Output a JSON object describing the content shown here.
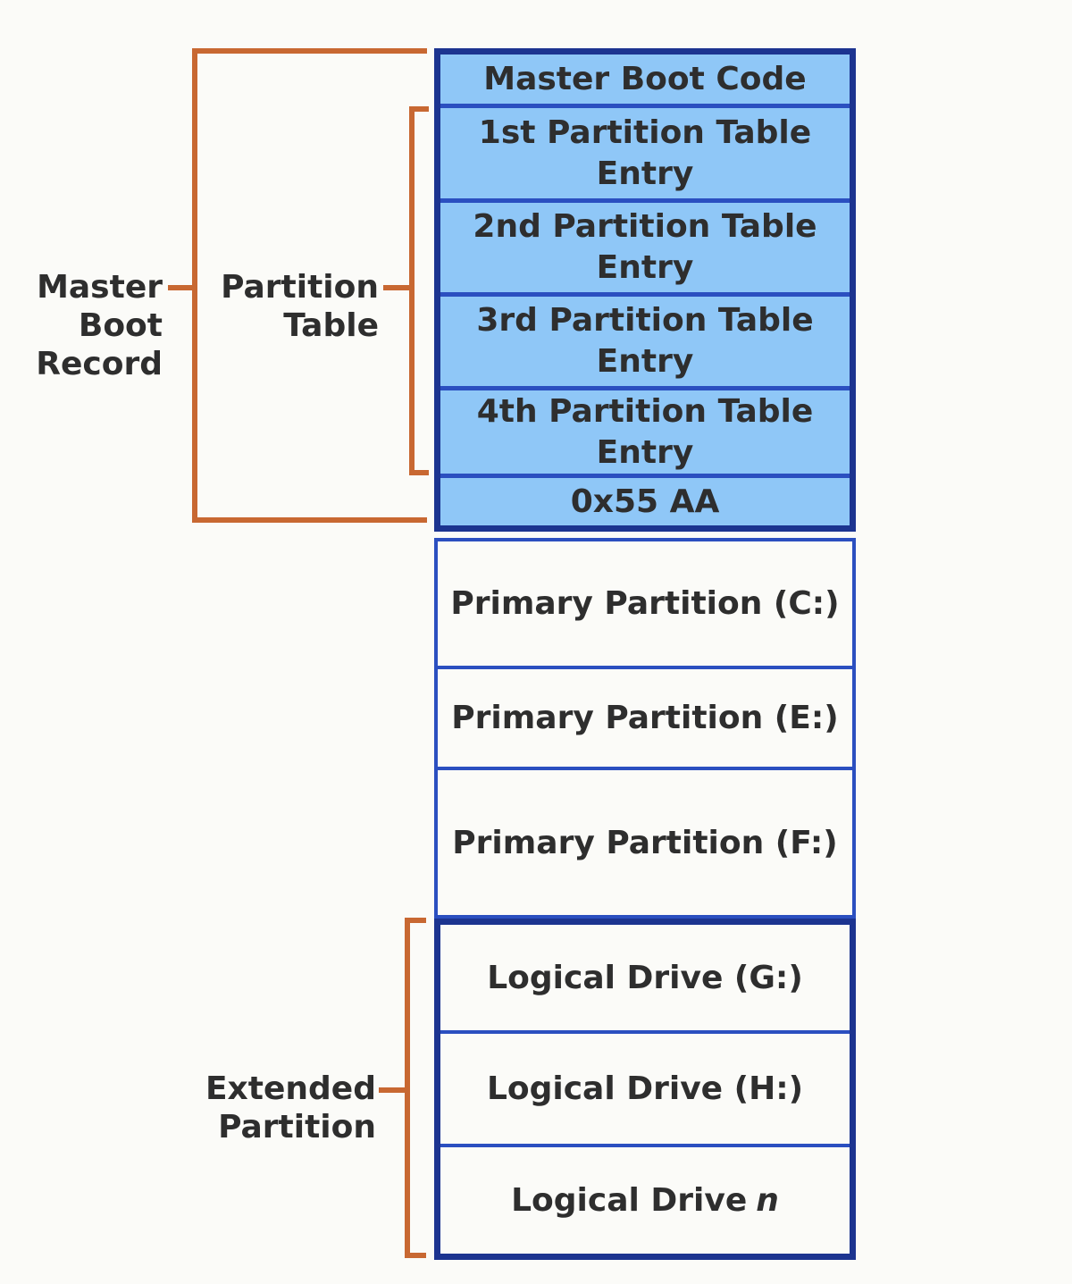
{
  "colors": {
    "page_bg": "#fbfbf8",
    "box_fill_blue": "#8fc7f7",
    "border_navy": "#1c3490",
    "border_blue": "#2b4fc0",
    "bracket_orange": "#c86832",
    "text": "#2e2e2e"
  },
  "labels": {
    "master_boot_record": [
      "Master",
      "Boot",
      "Record"
    ],
    "partition_table": [
      "Partition",
      "Table"
    ],
    "extended_partition": [
      "Extended",
      "Partition"
    ]
  },
  "mbr": {
    "rows": [
      {
        "lines": [
          "Master Boot Code",
          ""
        ]
      },
      {
        "lines": [
          "1st Partition Table",
          "Entry"
        ]
      },
      {
        "lines": [
          "2nd Partition Table",
          "Entry"
        ]
      },
      {
        "lines": [
          "3rd Partition Table",
          "Entry"
        ]
      },
      {
        "lines": [
          "4th Partition Table",
          "Entry"
        ]
      },
      {
        "lines": [
          "0x55 AA",
          ""
        ]
      }
    ]
  },
  "primary_partitions": [
    "Primary Partition (C:)",
    "Primary Partition (E:)",
    "Primary Partition (F:)"
  ],
  "logical_drives": [
    {
      "text": "Logical Drive (G:)",
      "italic": ""
    },
    {
      "text": "Logical Drive (H:)",
      "italic": ""
    },
    {
      "text": "Logical Drive",
      "italic": "n"
    }
  ]
}
